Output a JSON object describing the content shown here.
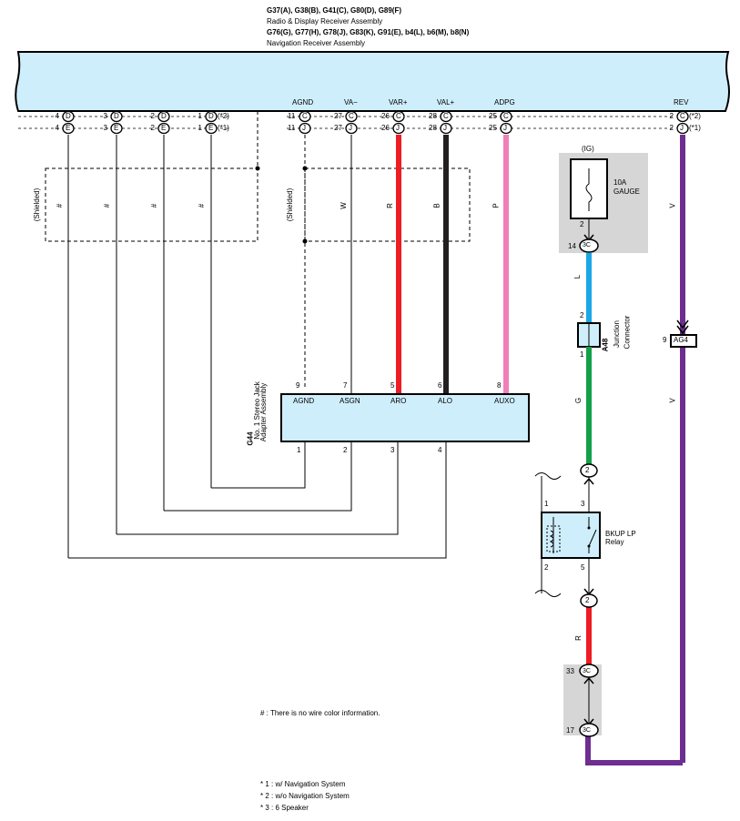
{
  "header": {
    "line1": "G37(A), G38(B), G41(C), G80(D), G89(F)",
    "line2": "Radio & Display Receiver Assembly",
    "line3": "G76(G), G77(H), G78(J), G83(K), G91(E), b4(L), b6(M), b8(N)",
    "line4": "Navigation Receiver Assembly"
  },
  "terminals": {
    "agnd": "AGND",
    "va_minus": "VA−",
    "var_plus": "VAR+",
    "val_plus": "VAL+",
    "adpg": "ADPG",
    "rev": "REV"
  },
  "pins_top": [
    {
      "n": "4",
      "c": "D"
    },
    {
      "n": "3",
      "c": "D"
    },
    {
      "n": "2",
      "c": "D"
    },
    {
      "n": "1",
      "c": "D",
      "note": "(*2)"
    },
    {
      "n": "11",
      "c": "C"
    },
    {
      "n": "27",
      "c": "C"
    },
    {
      "n": "26",
      "c": "C"
    },
    {
      "n": "28",
      "c": "C"
    },
    {
      "n": "25",
      "c": "C"
    },
    {
      "n": "2",
      "c": "C",
      "note": "(*2)"
    }
  ],
  "pins_bottom": [
    {
      "n": "4",
      "c": "E"
    },
    {
      "n": "3",
      "c": "E"
    },
    {
      "n": "2",
      "c": "E"
    },
    {
      "n": "1",
      "c": "E",
      "note": "(*1)"
    },
    {
      "n": "11",
      "c": "J"
    },
    {
      "n": "27",
      "c": "J"
    },
    {
      "n": "26",
      "c": "J"
    },
    {
      "n": "28",
      "c": "J"
    },
    {
      "n": "25",
      "c": "J"
    },
    {
      "n": "2",
      "c": "J",
      "note": "(*1)"
    }
  ],
  "wires": {
    "shielded": "(Shielded)",
    "hash": "#",
    "w": "W",
    "r": "R",
    "b": "B",
    "p": "P",
    "v": "V",
    "l": "L",
    "g": "G"
  },
  "colors": {
    "receiver_fill": "#cfeefc",
    "red": "#ee1c24",
    "black": "#231f20",
    "pink": "#f07fb8",
    "violet": "#6d2d91",
    "blue": "#1aa7e6",
    "green": "#12a14a",
    "gray_box": "#d6d6d6"
  },
  "adapter": {
    "code": "G44",
    "name1": "No. 1 Stereo Jack",
    "name2": "Adapter Assembly",
    "top_pins": [
      "9",
      "7",
      "5",
      "6",
      "8"
    ],
    "top_labels": [
      "AGND",
      "ASGN",
      "ARO",
      "ALO",
      "AUXO"
    ],
    "bottom_pins": [
      "1",
      "2",
      "3",
      "4"
    ]
  },
  "fuse": {
    "supply": "(IG)",
    "rating": "10A",
    "name": "GAUGE",
    "pin": "2",
    "conn_pin": "14",
    "conn": "3C"
  },
  "junction": {
    "code": "A48",
    "name1": "Junction",
    "name2": "Connector",
    "pin_top": "2",
    "pin_bottom": "1"
  },
  "ag4": {
    "pin": "9",
    "conn": "AG4"
  },
  "relay": {
    "name1": "BKUP LP",
    "name2": "Relay",
    "pin1": "1",
    "pin3": "3",
    "pin2": "2",
    "pin5": "5",
    "conn_top": "2",
    "conn_bottom": "2"
  },
  "lower_conn": {
    "pin_a": "33",
    "conn_a": "3C",
    "pin_b": "17",
    "conn_b": "3C"
  },
  "notes": {
    "hash_note": "# : There is no wire color information.",
    "n1": "* 1 : w/ Navigation System",
    "n2": "* 2 : w/o Navigation System",
    "n3": "* 3 : 6 Speaker"
  }
}
